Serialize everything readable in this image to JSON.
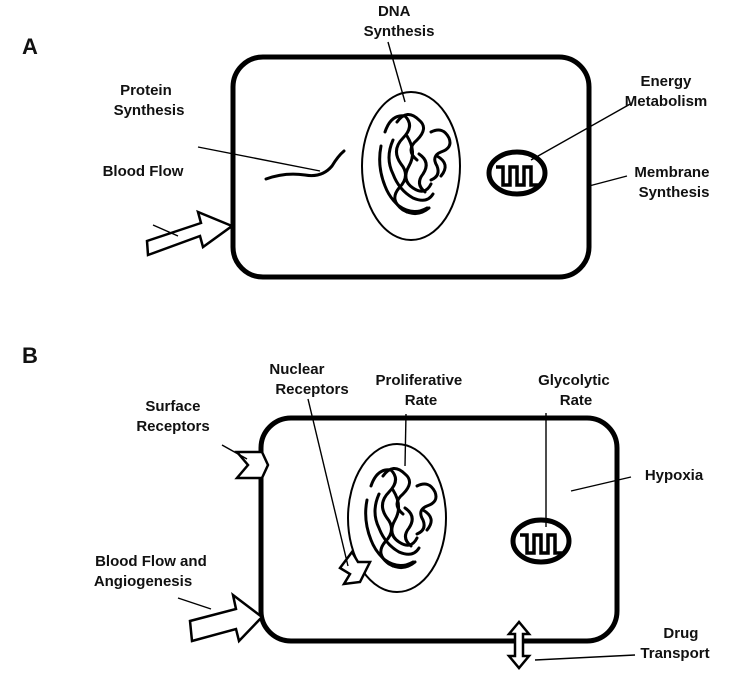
{
  "panel_a": {
    "letter": "A",
    "labels": {
      "dna_synthesis": [
        "DNA",
        "Synthesis"
      ],
      "protein_synthesis": [
        "Protein",
        "Synthesis"
      ],
      "blood_flow": [
        "Blood Flow"
      ],
      "energy_metabolism": [
        "Energy",
        "Metabolism"
      ],
      "membrane_synthesis": [
        "Membrane",
        "Synthesis"
      ]
    }
  },
  "panel_b": {
    "letter": "B",
    "labels": {
      "nuclear_receptors": [
        "Nuclear",
        "Receptors"
      ],
      "proliferative_rate": [
        "Proliferative",
        "Rate"
      ],
      "glycolytic_rate": [
        "Glycolytic",
        "Rate"
      ],
      "surface_receptors": [
        "Surface",
        "Receptors"
      ],
      "hypoxia": [
        "Hypoxia"
      ],
      "blood_flow_angiogenesis": [
        "Blood Flow and",
        "Angiogenesis"
      ],
      "drug_transport": [
        "Drug",
        "Transport"
      ]
    }
  }
}
